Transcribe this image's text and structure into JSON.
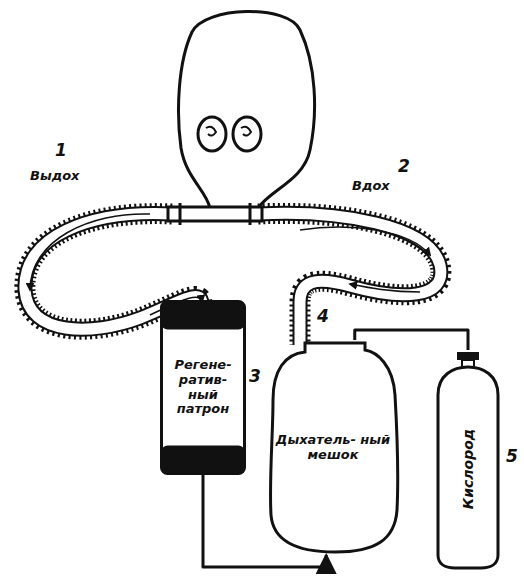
{
  "diagram": {
    "nodes": [
      {
        "text": [
          "Регене- ратив- ный патрон"
        ]
      },
      {
        "text": [
          "Дыхатель- ный мешок"
        ]
      },
      {
        "text": [
          "Кислород"
        ]
      }
    ],
    "edges": [
      {
        "from": 0,
        "to": 1,
        "arrow": "to"
      },
      {
        "from": 2,
        "to": 1,
        "arrow": "none"
      }
    ],
    "labels": [
      "1",
      "Выдох",
      "2",
      "Вдох",
      "3",
      "4",
      "5"
    ]
  }
}
